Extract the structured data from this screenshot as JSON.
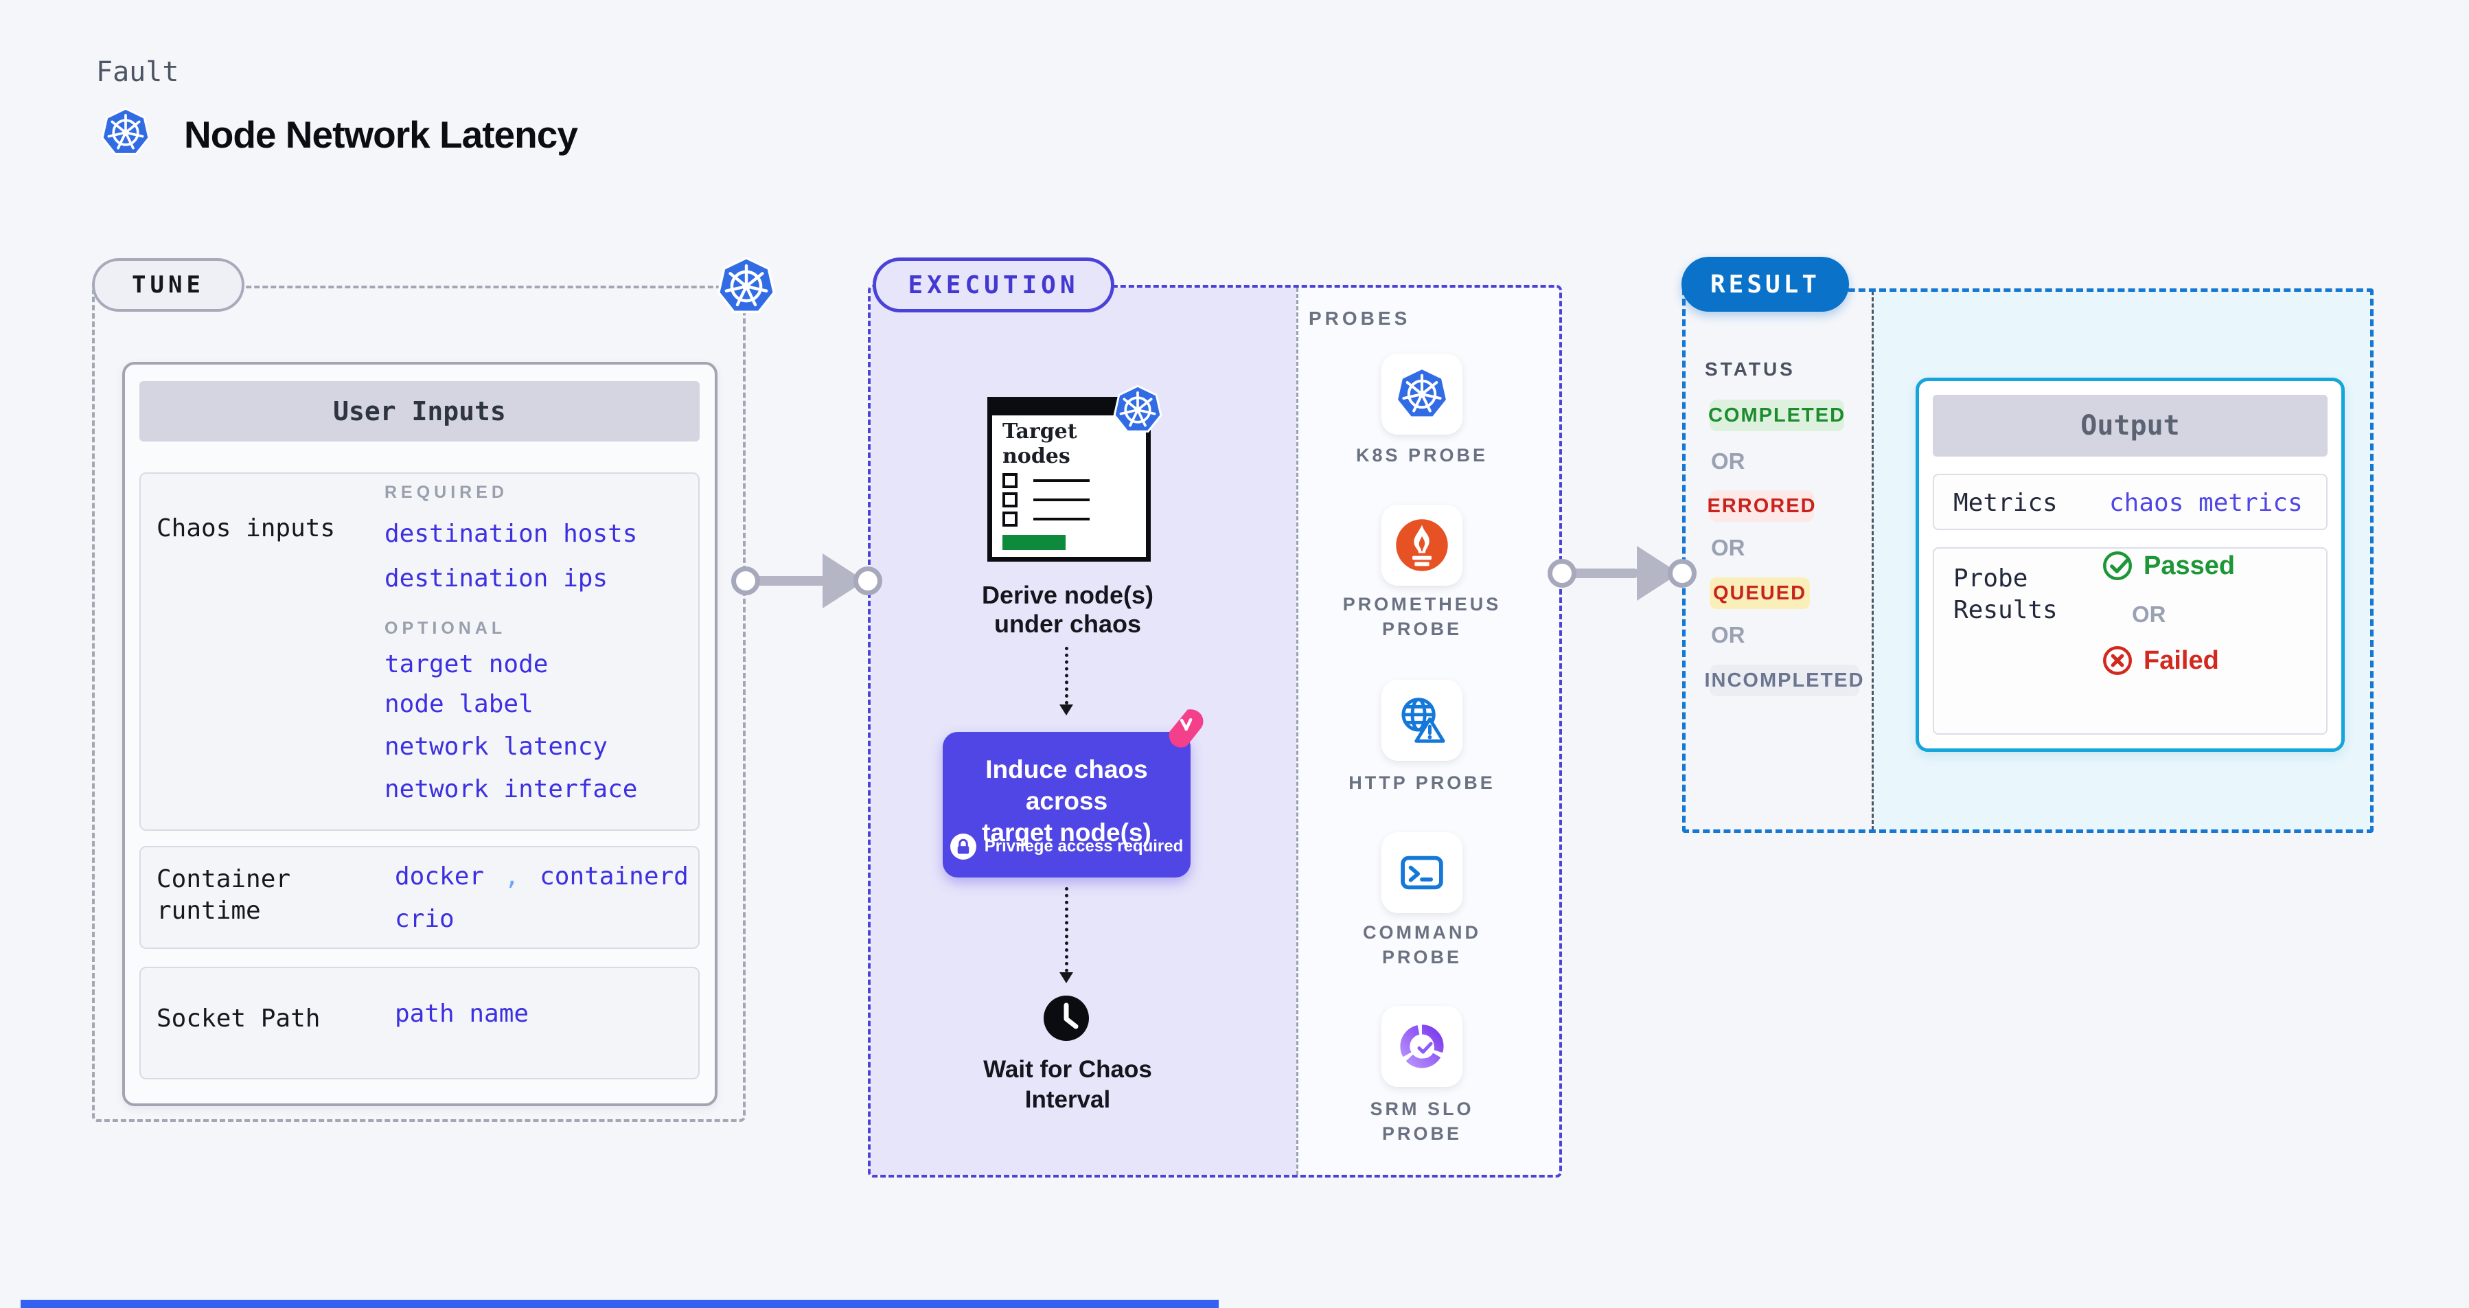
{
  "page": {
    "eyebrow": "Fault",
    "title": "Node Network Latency"
  },
  "tune": {
    "badge": "TUNE",
    "user_inputs": {
      "header": "User Inputs",
      "chaos_inputs": {
        "label": "Chaos inputs",
        "required_label": "REQUIRED",
        "required_fields": [
          "destination hosts",
          "destination ips"
        ],
        "optional_label": "OPTIONAL",
        "optional_fields": [
          "target node",
          "node label",
          "network latency",
          "network interface"
        ]
      },
      "container_runtime": {
        "label_lines": [
          "Container",
          "runtime"
        ],
        "values": [
          "docker",
          "containerd",
          "crio"
        ],
        "separator": ","
      },
      "socket_path": {
        "label": "Socket Path",
        "value": "path name"
      }
    }
  },
  "execution": {
    "badge": "EXECUTION",
    "target_nodes": {
      "title_lines": [
        "Target",
        "nodes"
      ]
    },
    "derive_lines": [
      "Derive node(s)",
      "under chaos"
    ],
    "induce": {
      "text_lines": [
        "Induce chaos across",
        "target node(s)"
      ],
      "privilege": "Privilege access required"
    },
    "wait_lines": [
      "Wait for Chaos",
      "Interval"
    ]
  },
  "probes": {
    "header": "PROBES",
    "items": [
      {
        "icon": "kubernetes-icon",
        "label": "K8S PROBE"
      },
      {
        "icon": "prometheus-icon",
        "label": "PROMETHEUS PROBE"
      },
      {
        "icon": "http-globe-icon",
        "label": "HTTP PROBE"
      },
      {
        "icon": "terminal-icon",
        "label": "COMMAND PROBE"
      },
      {
        "icon": "slo-donut-icon",
        "label": "SRM SLO PROBE"
      }
    ]
  },
  "result": {
    "badge": "RESULT",
    "status": {
      "label": "STATUS",
      "or_label": "OR",
      "badges": [
        {
          "text": "COMPLETED",
          "bg": "#ddf1de",
          "color": "#1c8c2e"
        },
        {
          "text": "ERRORED",
          "bg": "#fce9e8",
          "color": "#c8231c"
        },
        {
          "text": "QUEUED",
          "bg": "#faeeb9",
          "color": "#c8231c"
        },
        {
          "text": "INCOMPLETED",
          "bg": "#ebedf3",
          "color": "#6b7590"
        }
      ]
    },
    "output": {
      "header": "Output",
      "metrics_label": "Metrics",
      "metrics_value": "chaos metrics",
      "probe_results_lines": [
        "Probe",
        "Results"
      ],
      "passed": "Passed",
      "or_label": "OR",
      "failed": "Failed"
    }
  },
  "colors": {
    "page_bg": "#f5f6fa",
    "field_blue": "#3c30e0",
    "execution_accent": "#4b42d7",
    "execution_bg": "#e7e5fa",
    "result_accent": "#1578d2",
    "result_bg": "#e9f6fc",
    "output_border": "#14a5da",
    "induce_bg": "#4f46e5",
    "passed_green": "#1d9636",
    "failed_red": "#d2281e",
    "kubernetes_blue": "#326ce5",
    "prometheus_orange": "#e75225"
  }
}
